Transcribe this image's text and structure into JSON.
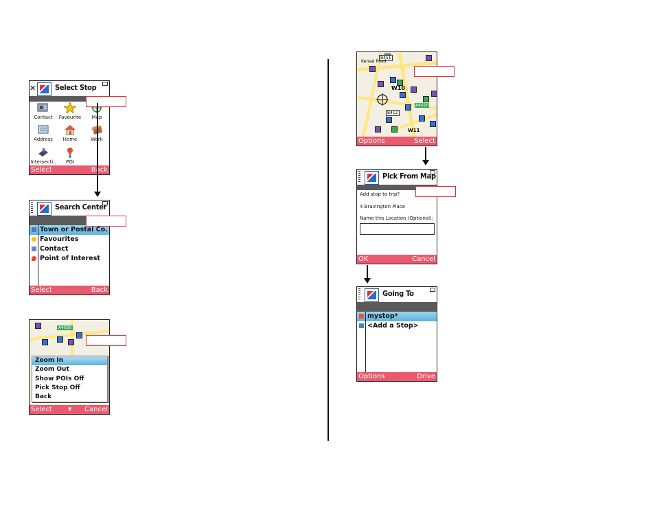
{
  "screens": {
    "select_stop": {
      "title": "Select Stop",
      "items": [
        {
          "label": "Contact",
          "icon": "contact-card-icon"
        },
        {
          "label": "Favourite",
          "icon": "star-icon"
        },
        {
          "label": "Map",
          "icon": "map-crosshair-icon"
        },
        {
          "label": "Address",
          "icon": "address-book-icon"
        },
        {
          "label": "Home",
          "icon": "house-icon"
        },
        {
          "label": "Work",
          "icon": "briefcase-icon"
        },
        {
          "label": "Intersecti..",
          "icon": "intersection-icon"
        },
        {
          "label": "POI",
          "icon": "poi-pin-icon"
        }
      ],
      "softkey_left": "Select",
      "softkey_right": "Back"
    },
    "search_center": {
      "title": "Search Center",
      "items": [
        "Town or Postal Co.",
        "Favourites",
        "Contact",
        "Point of Interest"
      ],
      "softkey_left": "Select",
      "softkey_right": "Back"
    },
    "map_menu": {
      "map_label": "A4020",
      "items": [
        "Zoom In",
        "Zoom Out",
        "Show POIs Off",
        "Pick Stop Off",
        "Back"
      ],
      "softkey_left": "Select",
      "softkey_right": "Cancel"
    },
    "map_view": {
      "labels": [
        "B451",
        "Kensal Road",
        "W10",
        "B412",
        "W11",
        "A4020"
      ],
      "softkey_left": "Options",
      "softkey_right": "Select"
    },
    "pick_from_map": {
      "title": "Pick From Map",
      "question": "Add stop to trip?",
      "address": "4 Bravington Place",
      "name_label": "Name this Location (Optional):",
      "name_value": "",
      "softkey_left": "OK",
      "softkey_right": "Cancel"
    },
    "going_to": {
      "title": "Going To",
      "items": [
        "mystop*",
        "<Add a Stop>"
      ],
      "softkey_left": "Options",
      "softkey_right": "Drive"
    }
  },
  "colors": {
    "softkey_bar": "#e95a6e",
    "selection": "#5cb2e0",
    "callout_border": "#e0303c"
  }
}
